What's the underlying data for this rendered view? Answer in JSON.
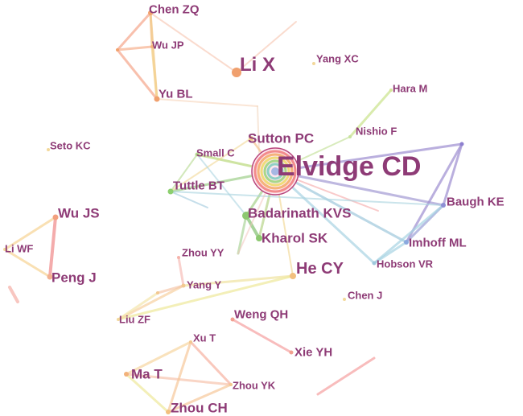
{
  "network": {
    "label_color": "#8e3b76",
    "nodes": [
      {
        "id": "elvidge",
        "label": "Elvidge CD"
      },
      {
        "id": "lix",
        "label": "Li X"
      },
      {
        "id": "chenzq",
        "label": "Chen ZQ"
      },
      {
        "id": "wujp",
        "label": "Wu JP"
      },
      {
        "id": "yubl",
        "label": "Yu BL"
      },
      {
        "id": "yangxc",
        "label": "Yang XC"
      },
      {
        "id": "haram",
        "label": "Hara M"
      },
      {
        "id": "nishiof",
        "label": "Nishio F"
      },
      {
        "id": "suttonpc",
        "label": "Sutton PC"
      },
      {
        "id": "setokc",
        "label": "Seto KC"
      },
      {
        "id": "smallc",
        "label": "Small C"
      },
      {
        "id": "tuttlebt",
        "label": "Tuttle BT"
      },
      {
        "id": "baughke",
        "label": "Baugh KE"
      },
      {
        "id": "wujs",
        "label": "Wu JS"
      },
      {
        "id": "badarinath",
        "label": "Badarinath KVS"
      },
      {
        "id": "kharolsk",
        "label": "Kharol SK"
      },
      {
        "id": "imhoffml",
        "label": "Imhoff ML"
      },
      {
        "id": "liwf",
        "label": "Li WF"
      },
      {
        "id": "zhouyy",
        "label": "Zhou YY"
      },
      {
        "id": "hobsonvr",
        "label": "Hobson VR"
      },
      {
        "id": "hecy",
        "label": "He CY"
      },
      {
        "id": "pengj",
        "label": "Peng J"
      },
      {
        "id": "yangy",
        "label": "Yang Y"
      },
      {
        "id": "chenj",
        "label": "Chen J"
      },
      {
        "id": "liuzf",
        "label": "Liu ZF"
      },
      {
        "id": "wengqh",
        "label": "Weng QH"
      },
      {
        "id": "xut",
        "label": "Xu T"
      },
      {
        "id": "xieyh",
        "label": "Xie YH"
      },
      {
        "id": "mat",
        "label": "Ma T"
      },
      {
        "id": "zhouyk",
        "label": "Zhou YK"
      },
      {
        "id": "zhouch",
        "label": "Zhou CH"
      }
    ]
  }
}
